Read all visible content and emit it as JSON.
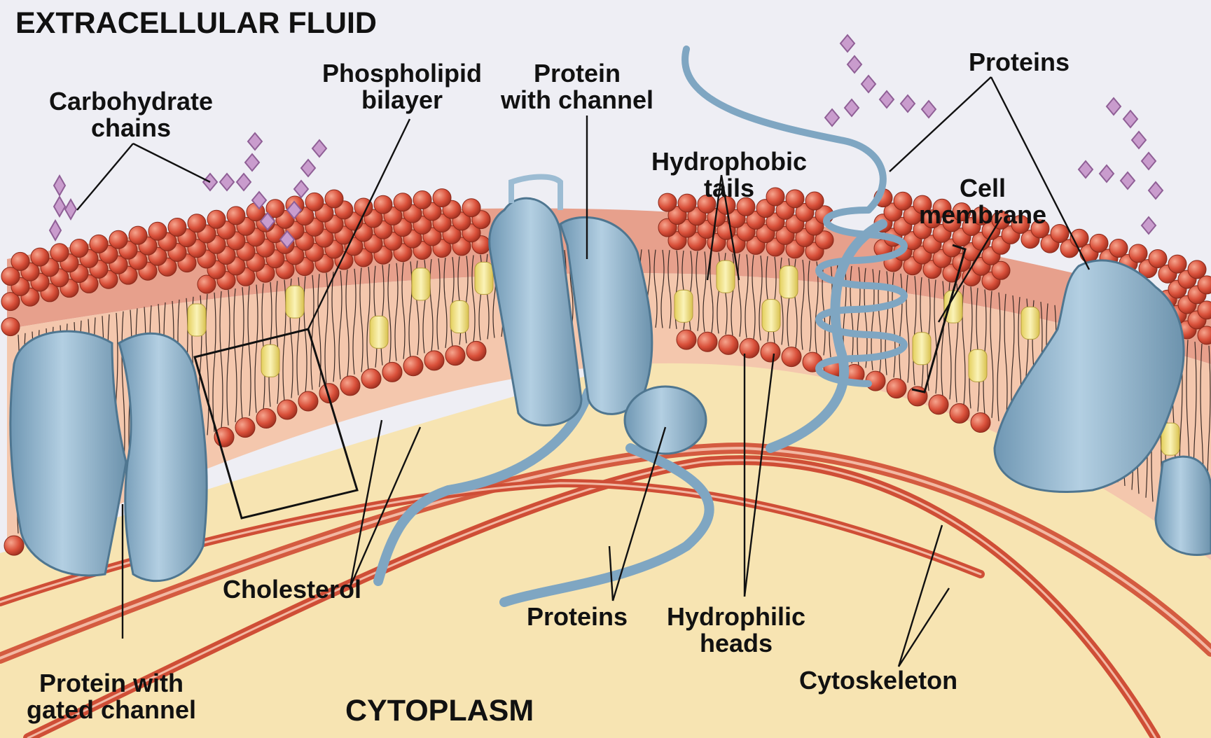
{
  "regions": {
    "top": "EXTRACELLULAR FLUID",
    "bottom": "CYTOPLASM"
  },
  "labels": {
    "carbohydrate": [
      "Carbohydrate",
      "chains"
    ],
    "phospholipid": [
      "Phospholipid",
      "bilayer"
    ],
    "channel_protein": [
      "Protein",
      "with channel"
    ],
    "hydrophobic": [
      "Hydrophobic",
      "tails"
    ],
    "proteins_top": "Proteins",
    "cell_membrane": [
      "Cell",
      "membrane"
    ],
    "cholesterol": "Cholesterol",
    "gated": [
      "Protein with",
      "gated channel"
    ],
    "proteins_bottom": "Proteins",
    "hydrophilic": [
      "Hydrophilic",
      "heads"
    ],
    "cytoskeleton": "Cytoskeleton"
  },
  "colors": {
    "extracellular": "#eeeef4",
    "cytoplasm": "#f7e4b2",
    "membrane_interior": "#f4c7ad",
    "phospholipid_head": "#d9503a",
    "cholesterol": "#f1e38a",
    "protein": "#8fb3cc",
    "carbohydrate": "#c99ccd",
    "cytoskeleton": "#d45b40"
  }
}
